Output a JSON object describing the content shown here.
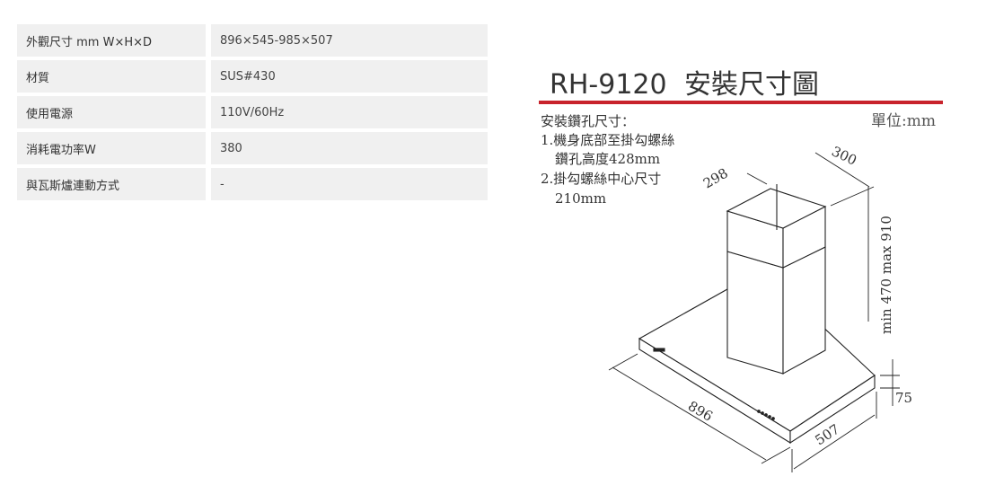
{
  "specs": [
    {
      "label": "外觀尺寸 mm W×H×D",
      "value": "896×545-985×507"
    },
    {
      "label": "材質",
      "value": "SUS#430"
    },
    {
      "label": "使用電源",
      "value": "110V/60Hz"
    },
    {
      "label": "消耗電功率W",
      "value": "380"
    },
    {
      "label": "與瓦斯爐連動方式",
      "value": "-"
    }
  ],
  "diagram": {
    "model": "RH-9120",
    "title": "安裝尺寸圖",
    "unit": "單位:mm",
    "notes": [
      "安裝鑽孔尺寸：",
      "1.機身底部至掛勾螺絲",
      "鑽孔高度428mm",
      "2.掛勾螺絲中心尺寸",
      "210mm"
    ],
    "dims": {
      "width": "896",
      "depth": "507",
      "thickness": "75",
      "chimney_w": "298",
      "chimney_d": "300",
      "height": "min 470 max 910"
    },
    "colors": {
      "underline": "#c8232c",
      "line": "#222222"
    }
  }
}
